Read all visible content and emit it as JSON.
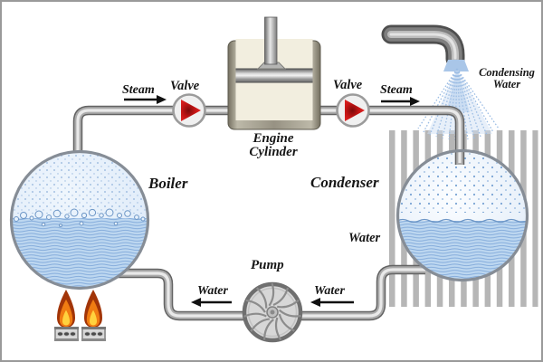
{
  "labels": {
    "steam_left": "Steam",
    "valve_left": "Valve",
    "engine_line1": "Engine",
    "engine_line2": "Cylinder",
    "valve_right": "Valve",
    "steam_right": "Steam",
    "condensing_line1": "Condensing",
    "condensing_line2": "Water",
    "boiler": "Boiler",
    "condenser": "Condenser",
    "condenser_water": "Water",
    "pump": "Pump",
    "water_from_condenser": "Water",
    "water_to_boiler": "Water"
  },
  "icons": {
    "valve": "red-right-triangle-valve-icon",
    "pump": "impeller-icon",
    "burner": "flame-burner-icon",
    "spray": "condensing-spray-icon",
    "arrow": "flow-direction-arrow-icon"
  },
  "colors": {
    "valve_red": "#c61515",
    "water_blue": "#bdd7f0",
    "wave_line_blue": "#83abdb",
    "spray_blue": "#9cbde4",
    "pipe_gray": "#ababab",
    "stripe_gray": "#b6b6b6",
    "flame_orange": "#f07c12",
    "flame_core_yellow": "#ffd23e",
    "cylinder_cream": "#f2eedf",
    "label_ink": "#161616"
  }
}
